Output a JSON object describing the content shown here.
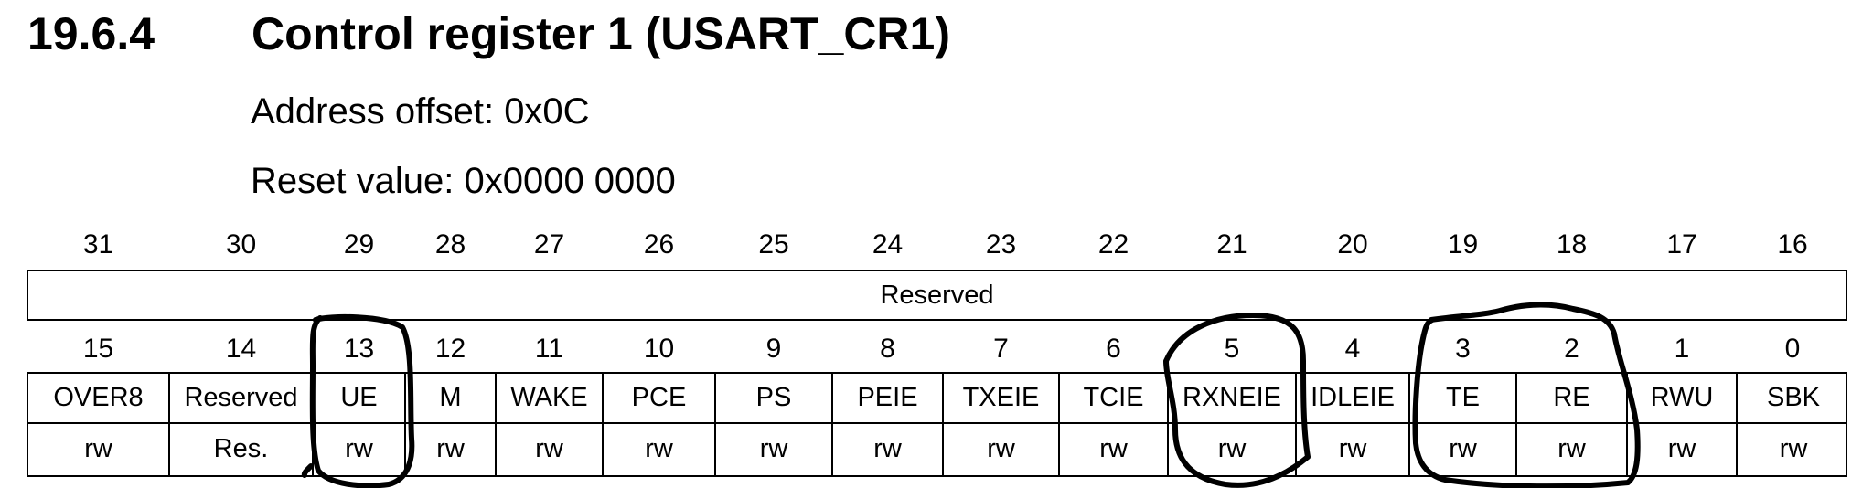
{
  "heading": {
    "section_number": "19.6.4",
    "title": "Control register 1 (USART_CR1)"
  },
  "address_offset": "Address offset: 0x0C",
  "reset_value": "Reset value: 0x0000 0000",
  "upper_half": {
    "bit_numbers": [
      "31",
      "30",
      "29",
      "28",
      "27",
      "26",
      "25",
      "24",
      "23",
      "22",
      "21",
      "20",
      "19",
      "18",
      "17",
      "16"
    ],
    "field_label": "Reserved"
  },
  "lower_half": {
    "bit_numbers": [
      "15",
      "14",
      "13",
      "12",
      "11",
      "10",
      "9",
      "8",
      "7",
      "6",
      "5",
      "4",
      "3",
      "2",
      "1",
      "0"
    ],
    "fields": [
      "OVER8",
      "Reserved",
      "UE",
      "M",
      "WAKE",
      "PCE",
      "PS",
      "PEIE",
      "TXEIE",
      "TCIE",
      "RXNEIE",
      "IDLEIE",
      "TE",
      "RE",
      "RWU",
      "SBK"
    ],
    "access": [
      "rw",
      "Res.",
      "rw",
      "rw",
      "rw",
      "rw",
      "rw",
      "rw",
      "rw",
      "rw",
      "rw",
      "rw",
      "rw",
      "rw",
      "rw",
      "rw"
    ]
  },
  "annotations": {
    "circled_fields": [
      "UE",
      "RXNEIE",
      "TE",
      "RE"
    ]
  }
}
